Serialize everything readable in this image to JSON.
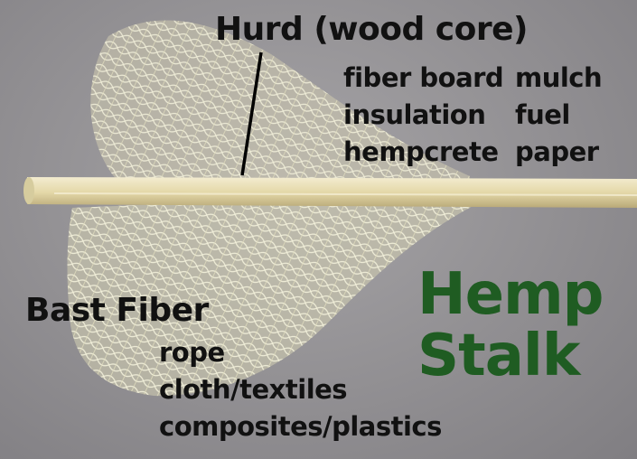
{
  "hurd": {
    "title": "Hurd (wood core)",
    "uses_col1": [
      "fiber board",
      "insulation",
      "hempcrete"
    ],
    "uses_col2": [
      "mulch",
      "fuel",
      "paper"
    ]
  },
  "bast": {
    "title": "Bast Fiber",
    "uses": [
      "rope",
      "cloth/textiles",
      "composites/plastics"
    ]
  },
  "heading": {
    "line1": "Hemp",
    "line2": "Stalk"
  },
  "colors": {
    "background": "#959396",
    "fiber": "#e9e7c8",
    "stalk": "#e6dcae",
    "heading": "#1f5c22",
    "text": "#111111"
  }
}
